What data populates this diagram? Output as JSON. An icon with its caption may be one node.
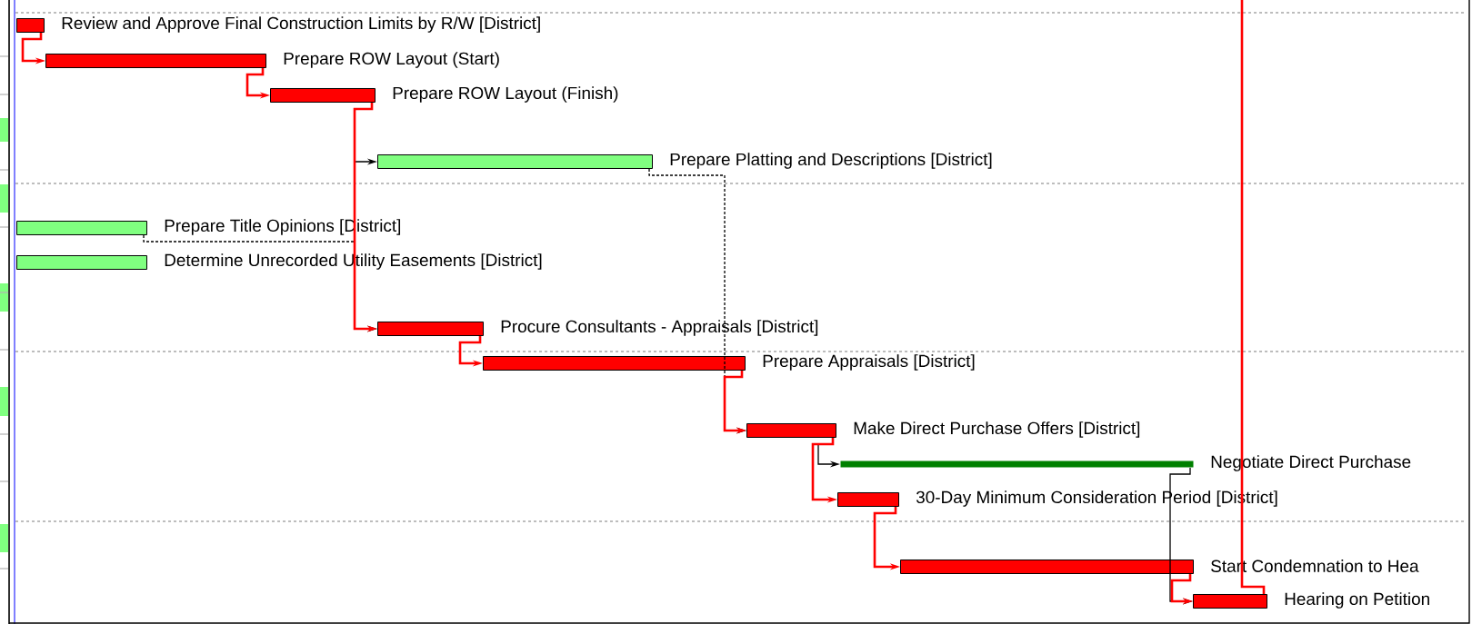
{
  "diagram": {
    "nodes": [
      {
        "text": [
          "Review and Approve Final Construction Limits by R/W [District]"
        ]
      },
      {
        "text": [
          "Prepare ROW Layout (Start)"
        ]
      },
      {
        "text": [
          "Prepare ROW Layout (Finish)"
        ]
      },
      {
        "text": [
          "Prepare Platting and Descriptions [District]"
        ]
      },
      {
        "text": [
          "Prepare Title Opinions [District]"
        ]
      },
      {
        "text": [
          "Determine Unrecorded Utility Easements [District]"
        ]
      },
      {
        "text": [
          "Procure Consultants - Appraisals [District]"
        ]
      },
      {
        "text": [
          "Prepare Appraisals [District]"
        ]
      },
      {
        "text": [
          "Make Direct Purchase Offers [District]"
        ]
      },
      {
        "text": [
          "Negotiate Direct Purchase"
        ]
      },
      {
        "text": [
          "30-Day Minimum Consideration Period [District]"
        ]
      },
      {
        "text": [
          "Start Condemnation to Hea"
        ]
      },
      {
        "text": [
          "Hearing on Petition"
        ]
      }
    ],
    "edges": [
      {
        "from": 0,
        "to": 1,
        "arrow": "to"
      },
      {
        "from": 1,
        "to": 2,
        "arrow": "to"
      },
      {
        "from": 2,
        "to": 3,
        "arrow": "to",
        "color": "#000000"
      },
      {
        "from": 2,
        "to": 6,
        "arrow": "to"
      },
      {
        "from": 3,
        "to": 8,
        "arrow": "to",
        "style": "dashed",
        "color": "#000000"
      },
      {
        "from": 4,
        "to": 6,
        "arrow": "to",
        "style": "dashed",
        "color": "#000000"
      },
      {
        "from": 6,
        "to": 7,
        "arrow": "to"
      },
      {
        "from": 7,
        "to": 8,
        "arrow": "to"
      },
      {
        "from": 8,
        "to": 9,
        "arrow": "to",
        "color": "#000000"
      },
      {
        "from": 8,
        "to": 10,
        "arrow": "to"
      },
      {
        "from": 10,
        "to": 11,
        "arrow": "to"
      },
      {
        "from": 9,
        "to": 12,
        "arrow": "to",
        "color": "#000000"
      },
      {
        "from": 11,
        "to": 12,
        "arrow": "to"
      },
      {
        "from": null,
        "to": 12,
        "arrow": "none"
      }
    ]
  }
}
